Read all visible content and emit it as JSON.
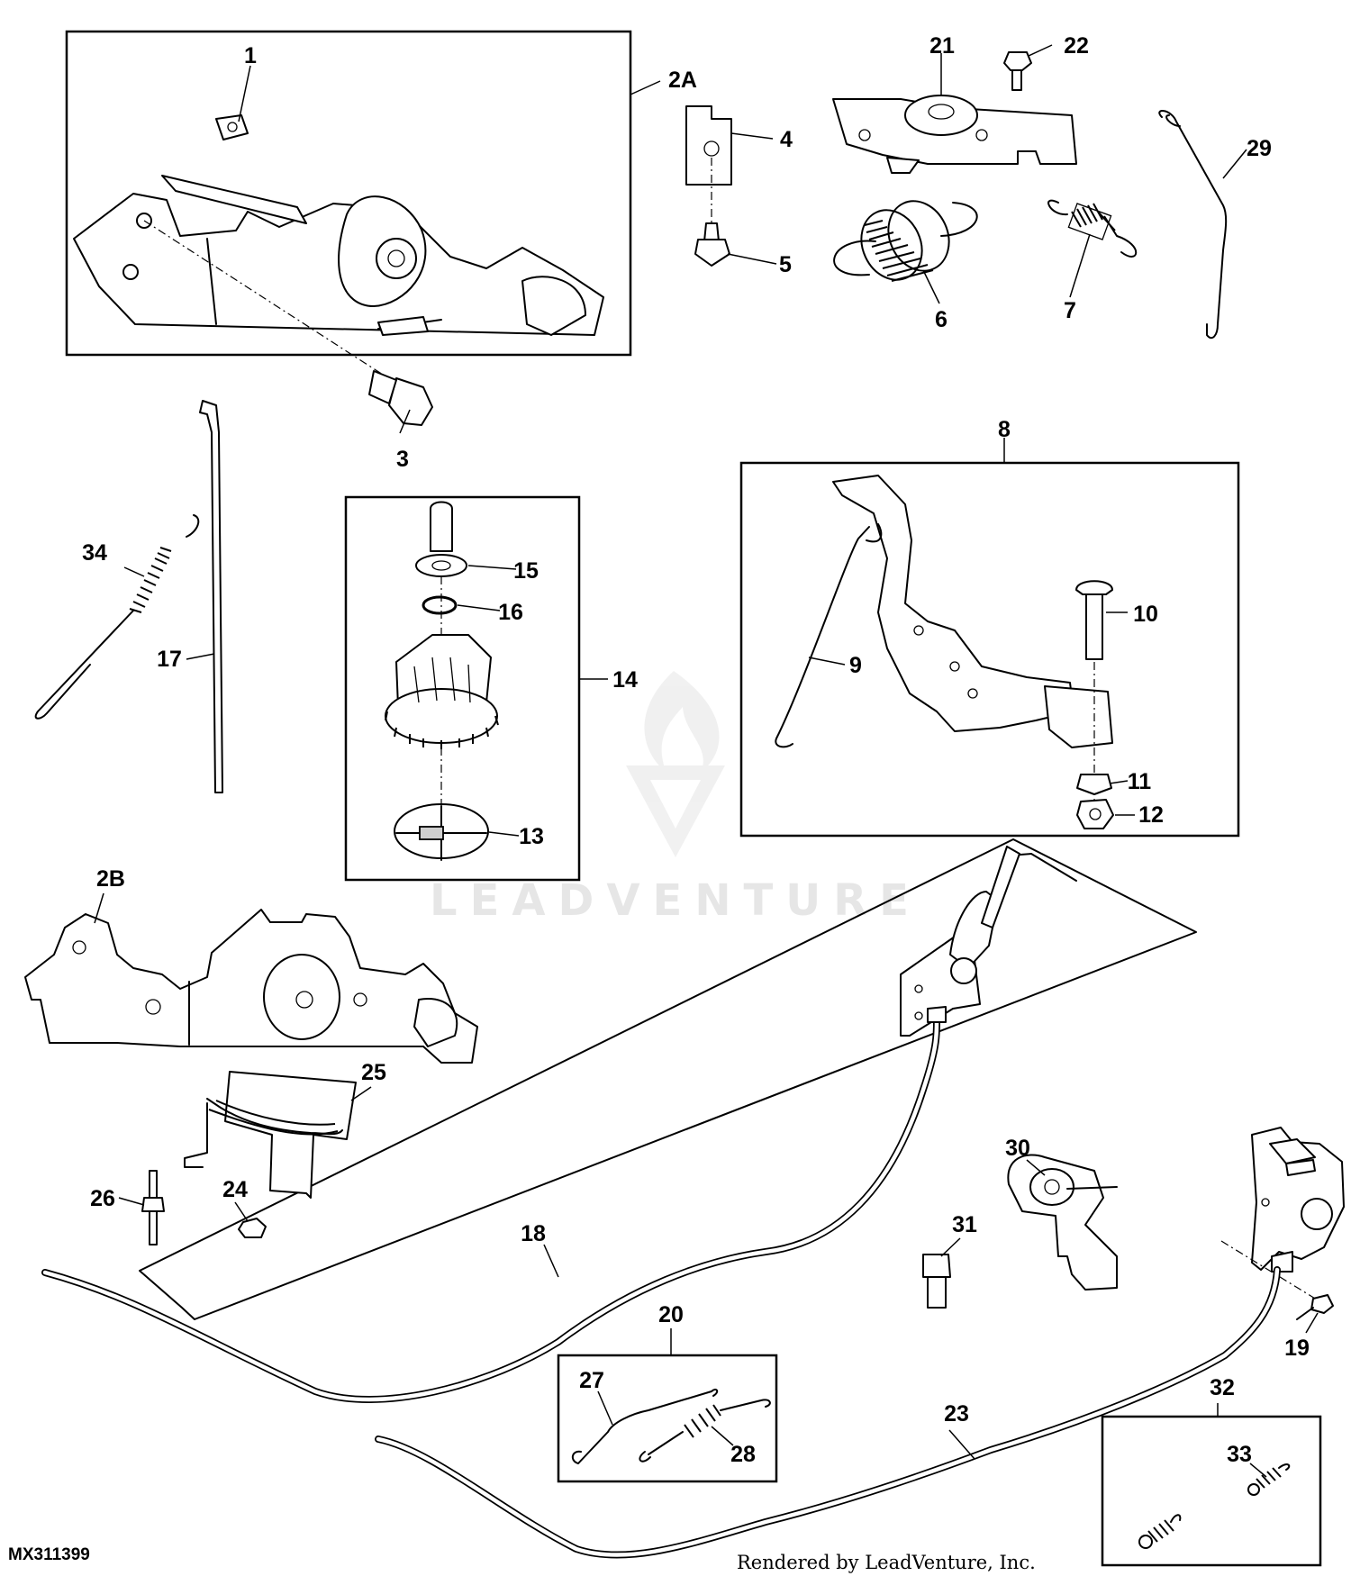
{
  "diagram_code": "MX311399",
  "credit": "Rendered by LeadVenture, Inc.",
  "watermark": "LEADVENTURE",
  "callouts": {
    "c1": "1",
    "c2A": "2A",
    "c2B": "2B",
    "c3": "3",
    "c4": "4",
    "c5": "5",
    "c6": "6",
    "c7": "7",
    "c8": "8",
    "c9": "9",
    "c10": "10",
    "c11": "11",
    "c12": "12",
    "c13": "13",
    "c14": "14",
    "c15": "15",
    "c16": "16",
    "c17": "17",
    "c18": "18",
    "c19": "19",
    "c20": "20",
    "c21": "21",
    "c22": "22",
    "c23": "23",
    "c24": "24",
    "c25": "25",
    "c26": "26",
    "c27": "27",
    "c28": "28",
    "c29": "29",
    "c30": "30",
    "c31": "31",
    "c32": "32",
    "c33": "33",
    "c34": "34"
  }
}
